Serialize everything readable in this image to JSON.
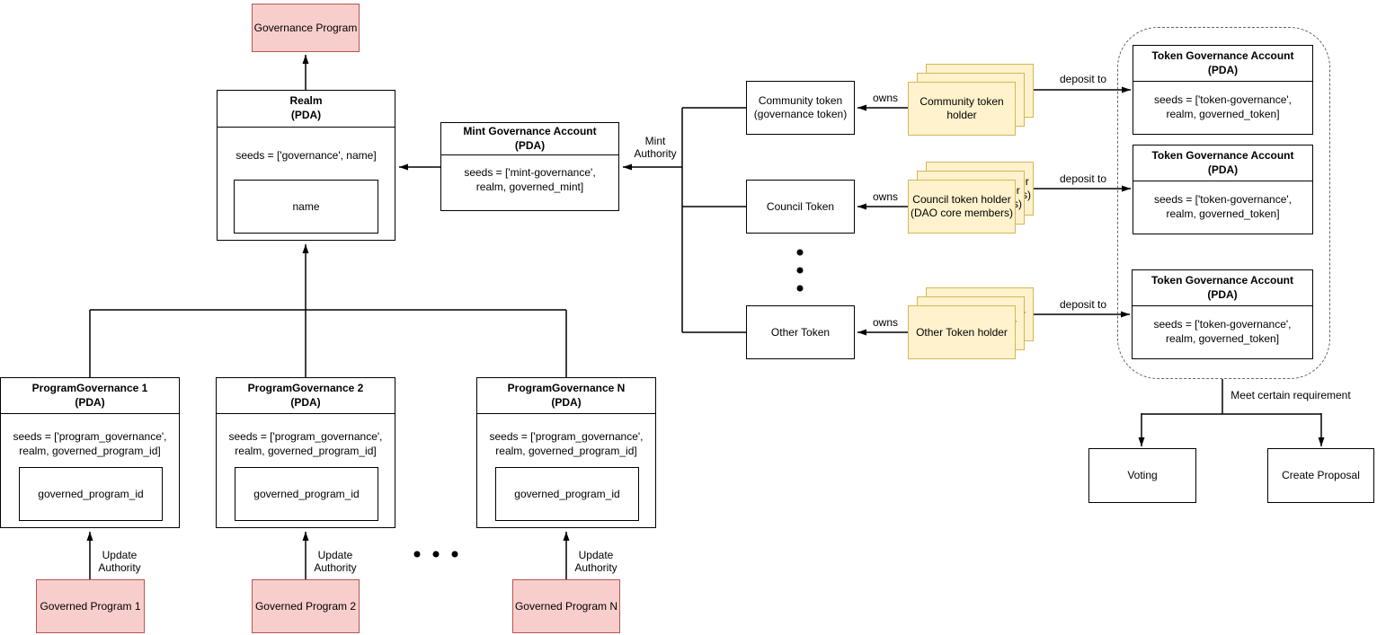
{
  "colors": {
    "program_fill": "#f8cecc",
    "program_stroke": "#b85450",
    "holder_fill": "#fff2cc",
    "holder_stroke": "#d6b656",
    "line": "#000000",
    "dashed_group_stroke": "#666666"
  },
  "nodes": {
    "governance_program": {
      "label": "Governance Program"
    },
    "realm": {
      "title": "Realm\n(PDA)",
      "seeds": "seeds = ['governance', name]",
      "field": "name"
    },
    "mint_governance": {
      "title": "Mint Governance Account\n(PDA)",
      "seeds": "seeds = ['mint-governance',\nrealm, governed_mint]"
    },
    "community_token": {
      "label": "Community token\n(governance token)"
    },
    "council_token": {
      "label": "Council Token"
    },
    "other_token": {
      "label": "Other Token"
    },
    "community_holder": {
      "label": "Community token\nholder"
    },
    "council_holder": {
      "label": "Council token holder\n(DAO core members)"
    },
    "other_holder": {
      "label": "Other Token holder"
    },
    "token_governance_1": {
      "title": "Token Governance Account\n(PDA)",
      "seeds": "seeds = ['token-governance',\nrealm, governed_token]"
    },
    "token_governance_2": {
      "title": "Token Governance Account\n(PDA)",
      "seeds": "seeds = ['token-governance',\nrealm, governed_token]"
    },
    "token_governance_3": {
      "title": "Token Governance Account\n(PDA)",
      "seeds": "seeds = ['token-governance',\nrealm, governed_token]"
    },
    "program_governance_1": {
      "title": "ProgramGovernance 1\n(PDA)",
      "seeds": "seeds = ['program_governance',\nrealm, governed_program_id]",
      "field": "governed_program_id"
    },
    "program_governance_2": {
      "title": "ProgramGovernance 2\n(PDA)",
      "seeds": "seeds = ['program_governance',\nrealm, governed_program_id]",
      "field": "governed_program_id"
    },
    "program_governance_n": {
      "title": "ProgramGovernance N\n(PDA)",
      "seeds": "seeds = ['program_governance',\nrealm, governed_program_id]",
      "field": "governed_program_id"
    },
    "governed_program_1": {
      "label": "Governed Program 1"
    },
    "governed_program_2": {
      "label": "Governed Program 2"
    },
    "governed_program_n": {
      "label": "Governed Program N"
    },
    "voting": {
      "label": "Voting"
    },
    "create_proposal": {
      "label": "Create Proposal"
    }
  },
  "edge_labels": {
    "mint_authority": "Mint\nAuthority",
    "owns_1": "owns",
    "owns_2": "owns",
    "owns_3": "owns",
    "deposit_to_1": "deposit to",
    "deposit_to_2": "deposit to",
    "deposit_to_3": "deposit to",
    "update_authority_1": "Update\nAuthority",
    "update_authority_2": "Update\nAuthority",
    "update_authority_n": "Update\nAuthority",
    "meet_requirement": "Meet certain requirement"
  }
}
